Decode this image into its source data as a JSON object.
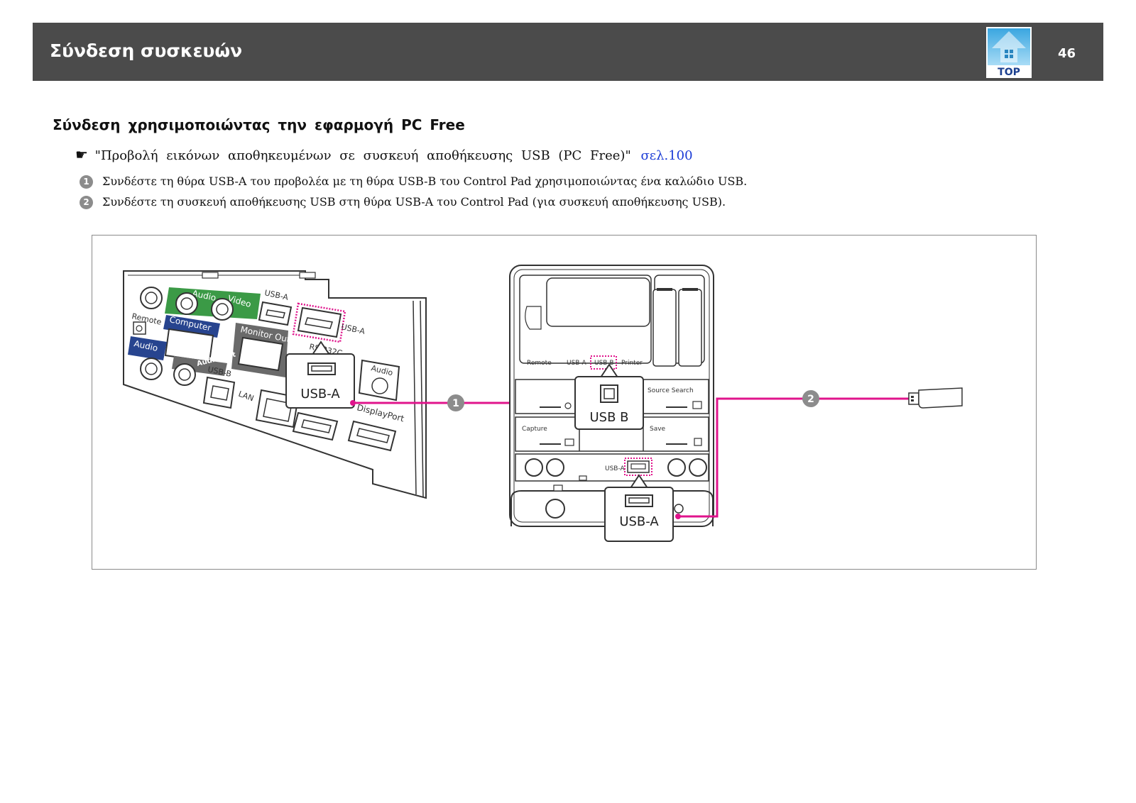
{
  "header": {
    "title": "Σύνδεση συσκευών",
    "top_label": "TOP",
    "page_number": "46",
    "bar_color": "#4b4b4b"
  },
  "section": {
    "title": "Σύνδεση χρησιμοποιώντας την εφαρμογή PC Free",
    "reference_icon": "pointing-hand-icon",
    "reference_text": "\"Προβολή εικόνων αποθηκευμένων σε συσκευή αποθήκευσης USB (PC Free)\"",
    "reference_link": "σελ.100",
    "link_color": "#1a3bd6"
  },
  "steps": [
    {
      "number": "1",
      "text": "Συνδέστε τη θύρα USB-A του προβολέα με τη θύρα USB-B του Control Pad χρησιμοποιώντας ένα καλώδιο USB."
    },
    {
      "number": "2",
      "text": "Συνδέστε τη συσκευή αποθήκευσης USB στη θύρα USB-A του Control Pad (για συσκευή αποθήκευσης USB)."
    }
  ],
  "figure": {
    "cable_color": "#e0148c",
    "projector_panel": {
      "labels": {
        "audio_top": "Audio",
        "video": "Video",
        "usb_a_1": "USB-A",
        "usb_a_2": "USB-A",
        "remote": "Remote",
        "computer": "Computer",
        "monitor_out": "Monitor Out",
        "rs232c": "RS-232C",
        "audio_left": "Audio",
        "audio_out": "Audio Out",
        "usb_b": "USB-B",
        "lan": "LAN",
        "audio_right": "Audio",
        "displayport": "DisplayPort"
      },
      "callout": "USB-A"
    },
    "control_pad": {
      "labels": {
        "remote": "Remote",
        "usb_a": "USB-A",
        "usb_b": "USB-B",
        "printer": "Printer",
        "source_search": "Source Search",
        "capture": "Capture",
        "save": "Save",
        "usb_a_front": "USB-A"
      },
      "callout_usb_b": "USB B",
      "callout_usb_a": "USB-A"
    },
    "markers": [
      "1",
      "2"
    ]
  }
}
